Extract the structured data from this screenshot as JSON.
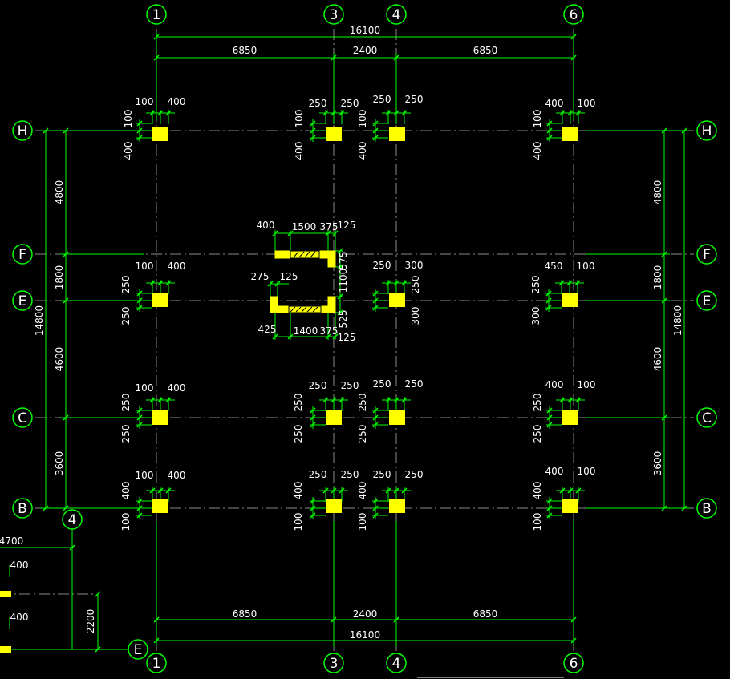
{
  "colors": {
    "background": "#000000",
    "dimension": "#00ff00",
    "axis_line": "#8a8a8a",
    "column": "#ffff00",
    "text": "#ffffff",
    "bubble": "#00ff00"
  },
  "axes": {
    "vertical": [
      "1",
      "3",
      "4",
      "6"
    ],
    "horizontal": [
      "H",
      "F",
      "E",
      "C",
      "B"
    ],
    "detail": [
      "4",
      "E"
    ]
  },
  "dims": {
    "top_total": "16100",
    "top_segments": [
      "6850",
      "2400",
      "6850"
    ],
    "bottom_segments": [
      "6850",
      "2400",
      "6850"
    ],
    "bottom_total": "16100",
    "left_total": "14800",
    "left_segments": [
      "4800",
      "1800",
      "4600",
      "3600"
    ],
    "right_total": "14800",
    "right_segments": [
      "4800",
      "1800",
      "4600",
      "3600"
    ],
    "detail": [
      "4700",
      "400",
      "400",
      "2200"
    ]
  },
  "column_dims": [
    "100",
    "400",
    "100",
    "400",
    "250",
    "250",
    "100",
    "400",
    "250",
    "250",
    "100",
    "400",
    "400",
    "100",
    "100",
    "400",
    "100",
    "400",
    "250",
    "250",
    "250",
    "300",
    "250",
    "300",
    "450",
    "100",
    "250",
    "300",
    "100",
    "400",
    "250",
    "250",
    "250",
    "250",
    "250",
    "250",
    "250",
    "250",
    "250",
    "250",
    "400",
    "100",
    "250",
    "250",
    "100",
    "400",
    "400",
    "100",
    "250",
    "250",
    "400",
    "100",
    "250",
    "250",
    "400",
    "100",
    "400",
    "100",
    "400",
    "100"
  ],
  "core_dims": [
    "400",
    "1500",
    "375",
    "125",
    "575",
    "275",
    "125",
    "1100",
    "425",
    "1400",
    "375",
    "525",
    "125"
  ]
}
